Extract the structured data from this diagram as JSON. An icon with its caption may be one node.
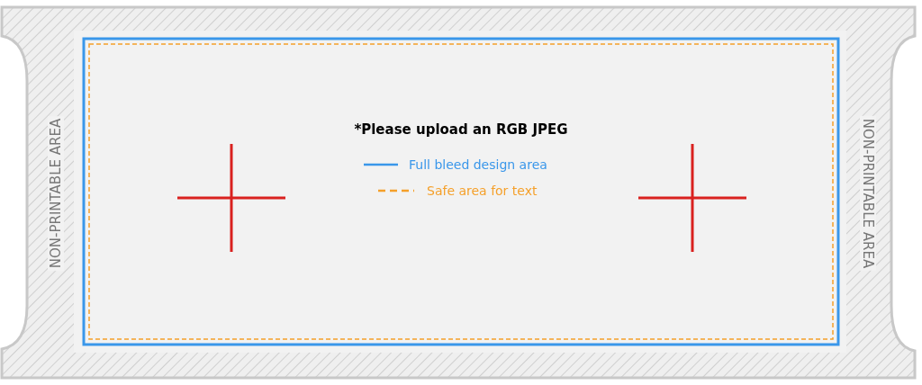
{
  "diagram": {
    "labels": [
      "NON-PRINTABLE AREA",
      "*Please upload an RGB JPEG",
      "NON-PRINTABLE AREA"
    ],
    "legend": [
      {
        "text": "Full bleed design area"
      },
      {
        "text": "Safe area for text"
      }
    ]
  }
}
